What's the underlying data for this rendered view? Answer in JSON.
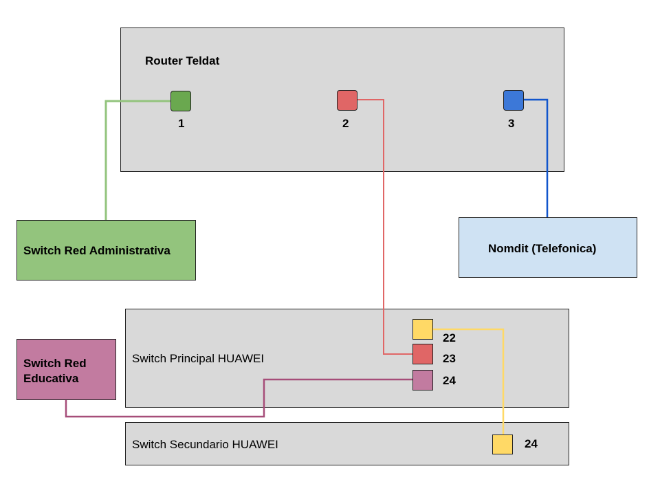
{
  "router": {
    "title": "Router Teldat",
    "ports": [
      {
        "label": "1",
        "color": "#6aa84f"
      },
      {
        "label": "2",
        "color": "#e06666"
      },
      {
        "label": "3",
        "color": "#3c78d8"
      }
    ]
  },
  "switch_admin": {
    "label": "Switch Red Administrativa",
    "color": "#93c47d"
  },
  "nomdit": {
    "label": "Nomdit (Telefonica)",
    "color": "#cfe2f3"
  },
  "switch_educativa": {
    "label": "Switch Red Educativa",
    "color": "#c27ba0"
  },
  "switch_principal": {
    "label": "Switch Principal HUAWEI",
    "ports": [
      {
        "label": "22",
        "color": "#ffd966"
      },
      {
        "label": "23",
        "color": "#e06666"
      },
      {
        "label": "24",
        "color": "#c27ba0"
      }
    ]
  },
  "switch_secundario": {
    "label": "Switch Secundario HUAWEI",
    "ports": [
      {
        "label": "24",
        "color": "#ffd966"
      }
    ]
  },
  "wire_colors": {
    "green": "#93c47d",
    "red": "#e06666",
    "blue": "#1155cc",
    "yellow": "#ffd966",
    "purple": "#a64d79"
  }
}
